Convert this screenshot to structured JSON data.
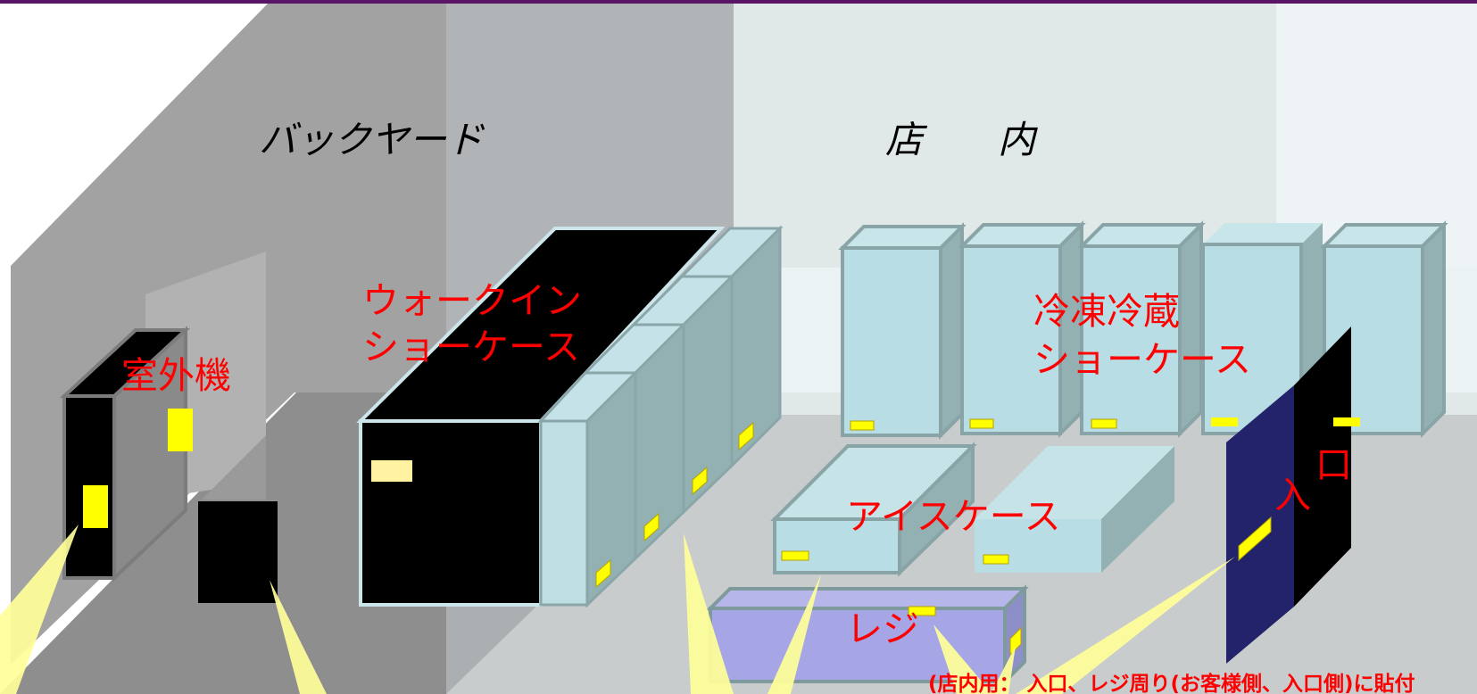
{
  "zones": {
    "backyard": "バックヤード",
    "store": "店　　内"
  },
  "labels": {
    "outdoor_unit": "室外機",
    "walkin_line1": "ウォークイン",
    "walkin_line2": "ショーケース",
    "freezer_line1": "冷凍冷蔵",
    "freezer_line2": "ショーケース",
    "ice_case": "アイスケース",
    "register": "レジ",
    "entrance_1": "入",
    "entrance_2": "口"
  },
  "note": "(店内用： 入口、レジ周り(お客様側、入口側)に貼付",
  "colors": {
    "sticker": "#ffff00",
    "label_text": "#ff0000",
    "showcase": "#b8dde4",
    "register": "#a6a6e6",
    "door": "#23236b",
    "beam": "#ffff99"
  }
}
